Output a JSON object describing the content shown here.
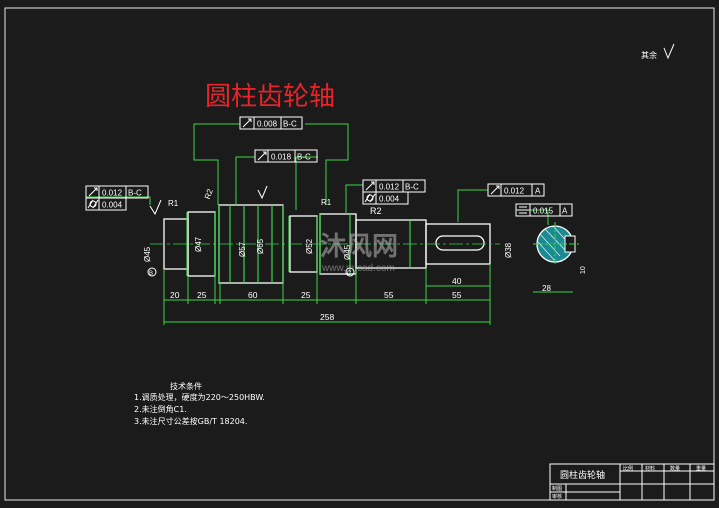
{
  "drawing": {
    "title": "圆柱齿轮轴",
    "roughness_other": "其余",
    "gdt": {
      "runout_top": {
        "tol": "0.008",
        "datum": "B-C"
      },
      "runout_mid": {
        "tol": "0.018",
        "datum": "B-C"
      },
      "runout_left": {
        "tol": "0.012",
        "datum": "B-C"
      },
      "cyl_left": {
        "tol": "0.004"
      },
      "runout_right_mid": {
        "tol": "0.012",
        "datum": "B-C"
      },
      "cyl_right_mid": {
        "tol": "0.004"
      },
      "runout_right": {
        "tol": "0.012",
        "datum": "A"
      },
      "sym_key": {
        "tol": "0.015",
        "datum": "A"
      }
    },
    "labels": {
      "r1_left": "R1",
      "r2_left": "R2",
      "r1_right": "R1",
      "r2_right": "R2",
      "datum_b": "B",
      "datum_c": "C",
      "dia_left": "Ø45",
      "dia_47": "Ø47",
      "dia_57": "Ø57",
      "dia_65": "Ø65",
      "dia_52": "Ø52",
      "dia_right": "Ø45",
      "dia_end": "Ø38",
      "key_depth": "28",
      "key_width": "10"
    },
    "dims": {
      "d20": "20",
      "d25a": "25",
      "d60": "60",
      "d25b": "25",
      "d55a": "55",
      "d55b": "55",
      "d40": "40",
      "d258": "258"
    },
    "watermark": {
      "brand": "沐风网",
      "url": "www.mfcad.com"
    },
    "notes": {
      "heading": "技术条件",
      "line1": "1.调质处理，硬度为220～250HBW.",
      "line2": "2.未注倒角C1.",
      "line3": "3.未注尺寸公差按GB/T 18204."
    },
    "title_block": {
      "name": "圆柱齿轮轴",
      "col1": "比例",
      "col2": "材料",
      "col3": "数量",
      "col4": "重量",
      "row1": "制图",
      "row2": "审核"
    }
  }
}
